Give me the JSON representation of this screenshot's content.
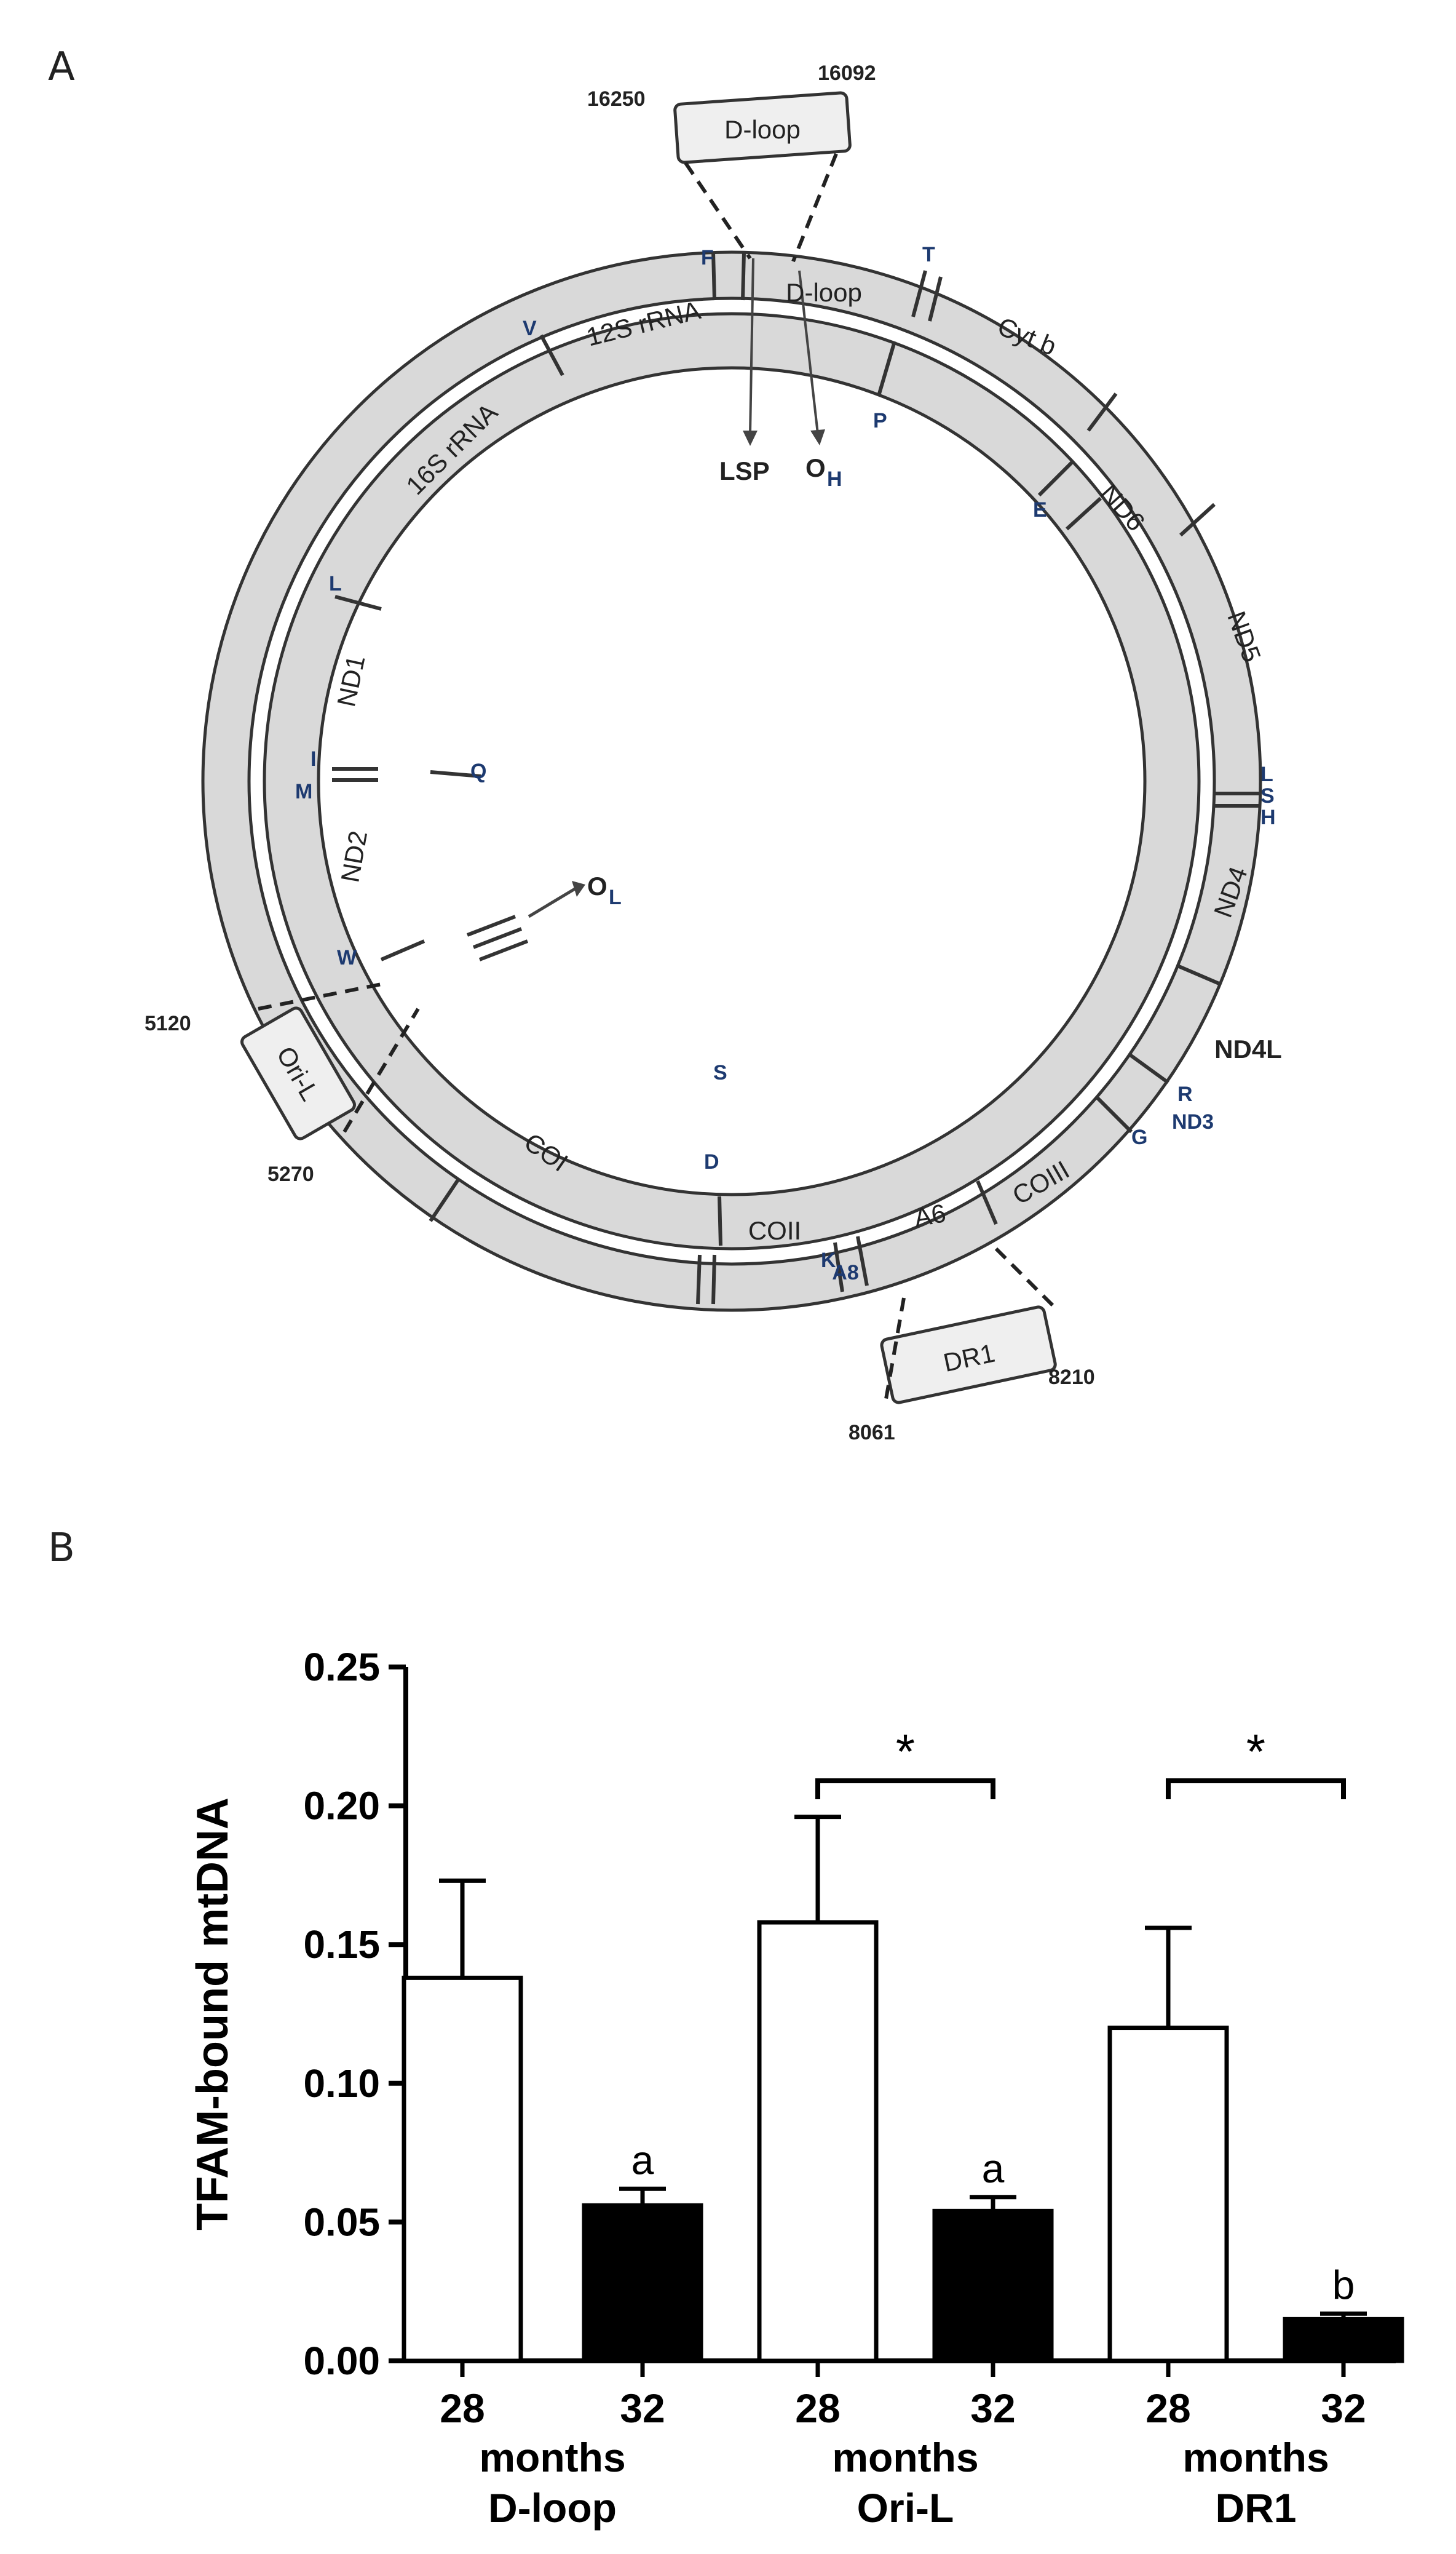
{
  "panel_a": {
    "letter": "A",
    "genes": {
      "dloop_box": "D-loop",
      "dloop": "D-loop",
      "rrna12s": "12S rRNA",
      "rrna16s": "16S rRNA",
      "cytb": "Cyt b",
      "nd6": "ND6",
      "nd5": "ND5",
      "nd4": "ND4",
      "nd4l": "ND4L",
      "nd3": "ND3",
      "coiii": "COIII",
      "a6": "A6",
      "a8": "A8",
      "coii": "COII",
      "coi": "COI",
      "nd2": "ND2",
      "nd1": "ND1",
      "oril_box": "Ori-L",
      "dr1_box": "DR1",
      "lsp": "LSP",
      "oh": "O",
      "oh_sub": "H",
      "ol": "O",
      "ol_sub": "L"
    },
    "trna": {
      "F": "F",
      "T": "T",
      "V": "V",
      "P": "P",
      "E": "E",
      "L1": "L",
      "I": "I",
      "M": "M",
      "Q": "Q",
      "W": "W",
      "L2": "L",
      "S2": "S",
      "H": "H",
      "R": "R",
      "G": "G",
      "K": "K",
      "D": "D",
      "S": "S"
    },
    "coords": {
      "dloop_start": "16250",
      "dloop_end": "16092",
      "oril_start": "5120",
      "oril_end": "5270",
      "dr1_start": "8061",
      "dr1_end": "8210"
    }
  },
  "panel_b": {
    "letter": "B"
  },
  "chart_data": {
    "type": "bar",
    "ylabel": "TFAM-bound mtDNA",
    "ylim": [
      0,
      0.25
    ],
    "yticks": [
      "0.00",
      "0.05",
      "0.10",
      "0.15",
      "0.20",
      "0.25"
    ],
    "ytick_values": [
      0,
      0.05,
      0.1,
      0.15,
      0.2,
      0.25
    ],
    "groups": [
      "D-loop",
      "Ori-L",
      "DR1"
    ],
    "months_label": "months",
    "bars": [
      {
        "group": "D-loop",
        "age": "28",
        "value": 0.138,
        "error": 0.035,
        "color": "#ffffff",
        "annotation": ""
      },
      {
        "group": "D-loop",
        "age": "32",
        "value": 0.056,
        "error": 0.006,
        "color": "#000000",
        "annotation": "a"
      },
      {
        "group": "Ori-L",
        "age": "28",
        "value": 0.158,
        "error": 0.038,
        "color": "#ffffff",
        "annotation": ""
      },
      {
        "group": "Ori-L",
        "age": "32",
        "value": 0.054,
        "error": 0.005,
        "color": "#000000",
        "annotation": "a"
      },
      {
        "group": "DR1",
        "age": "28",
        "value": 0.12,
        "error": 0.036,
        "color": "#ffffff",
        "annotation": ""
      },
      {
        "group": "DR1",
        "age": "32",
        "value": 0.015,
        "error": 0.002,
        "color": "#000000",
        "annotation": "b"
      }
    ],
    "significance": [
      {
        "group": "Ori-L",
        "label": "*"
      },
      {
        "group": "DR1",
        "label": "*"
      }
    ]
  }
}
